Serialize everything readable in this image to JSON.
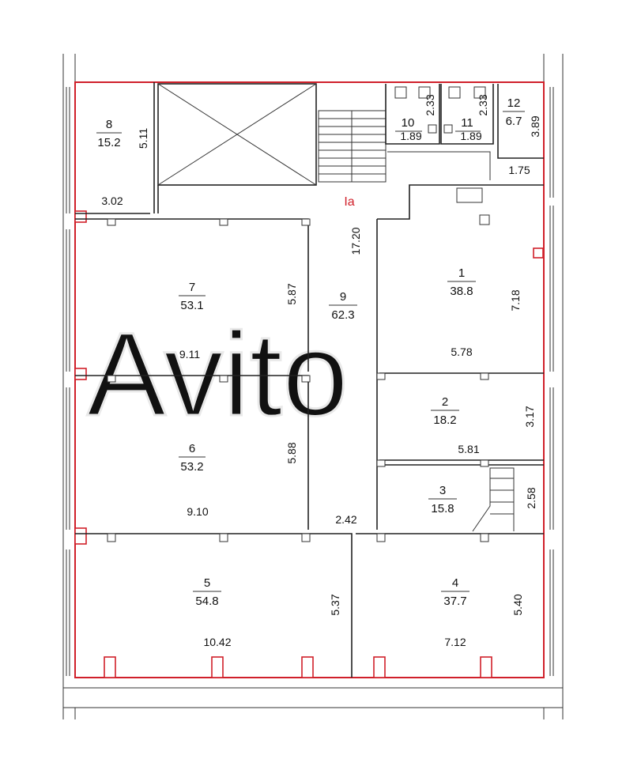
{
  "corridor": {
    "label": "Ia"
  },
  "rooms": [
    {
      "number": "1",
      "area": "38.8"
    },
    {
      "number": "2",
      "area": "18.2"
    },
    {
      "number": "3",
      "area": "15.8"
    },
    {
      "number": "4",
      "area": "37.7"
    },
    {
      "number": "5",
      "area": "54.8"
    },
    {
      "number": "6",
      "area": "53.2"
    },
    {
      "number": "7",
      "area": "53.1"
    },
    {
      "number": "8",
      "area": "15.2"
    },
    {
      "number": "9",
      "area": "62.3"
    },
    {
      "number": "10",
      "area": ""
    },
    {
      "number": "11",
      "area": ""
    },
    {
      "number": "12",
      "area": "6.7"
    }
  ],
  "dimensions": {
    "d_5_11": "5.11",
    "d_3_02": "3.02",
    "d_17_20": "17.20",
    "d_5_87": "5.87",
    "d_9_11": "9.11",
    "d_5_88": "5.88",
    "d_9_10": "9.10",
    "d_2_42": "2.42",
    "d_5_37": "5.37",
    "d_10_42": "10.42",
    "d_7_18": "7.18",
    "d_5_78": "5.78",
    "d_3_17": "3.17",
    "d_5_81": "5.81",
    "d_2_58": "2.58",
    "d_5_40": "5.40",
    "d_7_12": "7.12",
    "d_1_89_a": "1.89",
    "d_1_89_b": "1.89",
    "d_2_33_a": "2.33",
    "d_2_33_b": "2.33",
    "d_3_89": "3.89",
    "d_1_75": "1.75"
  },
  "watermark": {
    "text": "Avito"
  },
  "colors": {
    "boundary": "#d0202a",
    "walls": "#222222"
  }
}
